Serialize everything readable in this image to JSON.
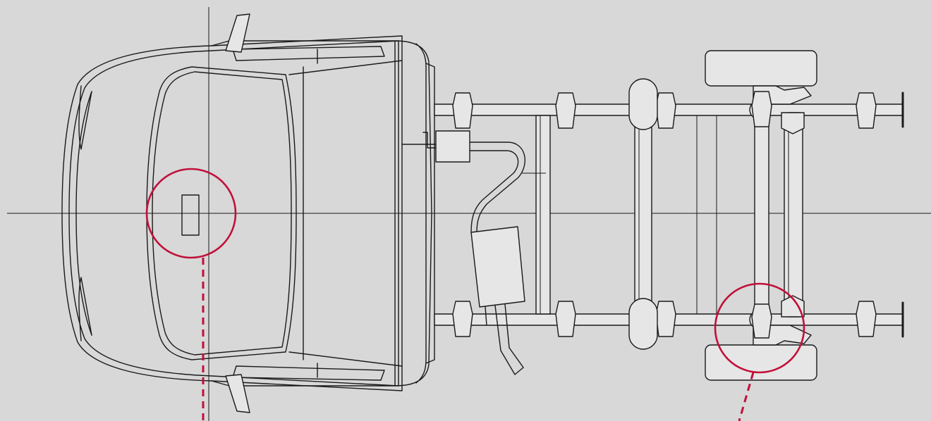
{
  "diagram": {
    "subject": "chassis-cab-top-view",
    "background": "#d8d8d8",
    "line_color": "#1a1a1a",
    "highlight_color": "#c0103a",
    "highlight_markers": [
      {
        "name": "front-id-plate-marker"
      },
      {
        "name": "rear-axle-marker"
      }
    ]
  }
}
